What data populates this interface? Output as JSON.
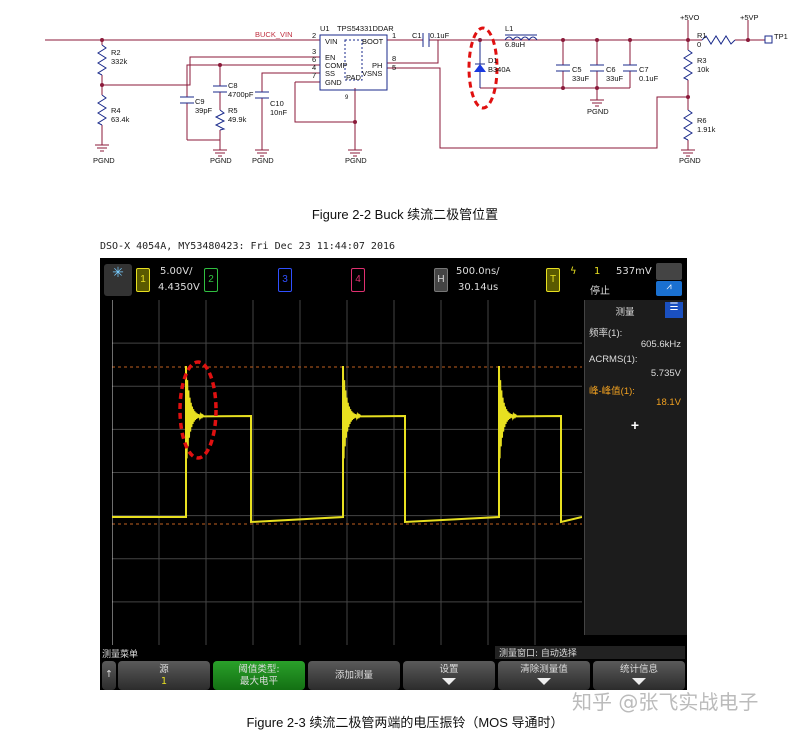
{
  "schematic": {
    "net_buck_vin": "BUCK_VIN",
    "u1_ref": "U1",
    "u1_part": "TPS54331DDAR",
    "pins": {
      "vin": "VIN",
      "boot": "BOOT",
      "en": "EN",
      "comp": "COMP",
      "ss": "SS",
      "gnd": "GND",
      "ph": "PH",
      "vsns": "VSNS",
      "pad": "PAD"
    },
    "pin_numbers": {
      "vin": "2",
      "en": "3",
      "comp": "6",
      "ss": "4",
      "gnd": "7",
      "boot": "1",
      "ph": "8",
      "vsns": "5",
      "pad": "9"
    },
    "r2": "R2",
    "r2_val": "332k",
    "r4": "R4",
    "r4_val": "63.4k",
    "c9": "C9",
    "c9_val": "39pF",
    "c8": "C8",
    "c8_val": "4700pF",
    "r5": "R5",
    "r5_val": "49.9k",
    "c10": "C10",
    "c10_val": "10nF",
    "c1": "C1",
    "c1_val": "0.1uF",
    "l1": "L1",
    "l1_val": "6.8uH",
    "d1": "D1",
    "d1_val": "B340A",
    "c5": "C5",
    "c5_val": "33uF",
    "c6": "C6",
    "c6_val": "33uF",
    "c7": "C7",
    "c7_val": "0.1uF",
    "p5vo": "+5VO",
    "p5vp": "+5VP",
    "r1": "R1",
    "r1_val": "0",
    "tp1": "TP1",
    "r3": "R3",
    "r3_val": "10k",
    "r6": "R6",
    "r6_val": "1.91k",
    "pgnd": "PGND",
    "wire_color": "#8b1a3a",
    "highlight_color": "#e01010"
  },
  "figure1_caption": "Figure 2-2 Buck 续流二极管位置",
  "scope": {
    "header": "DSO-X 4054A, MY53480423: Fri Dec 23 11:44:07 2016",
    "ch1": {
      "label": "1",
      "scale": "5.00V/",
      "offset": "4.4350V",
      "color": "#e8e020"
    },
    "ch2": {
      "label": "2",
      "color": "#30c040"
    },
    "ch3": {
      "label": "3",
      "color": "#3050ff"
    },
    "ch4": {
      "label": "4",
      "color": "#e03070"
    },
    "horizontal": {
      "label": "H",
      "scale": "500.0ns/",
      "delay": "30.14us"
    },
    "trigger": {
      "label": "T",
      "source": "1",
      "level": "537mV",
      "status": "停止"
    },
    "measure_panel": {
      "title": "测量",
      "items": [
        {
          "label": "频率(1):",
          "value": "605.6kHz"
        },
        {
          "label": "ACRMS(1):",
          "value": "5.735V"
        },
        {
          "label": "峰-峰值(1):",
          "value": "18.1V"
        }
      ],
      "add": "+"
    },
    "menu_title": "测量菜单",
    "measure_window": "测量窗口: 自动选择",
    "softkeys": [
      {
        "label": "源",
        "value": "1"
      },
      {
        "label": "阈值类型:",
        "value": "最大电平"
      },
      {
        "label": "添加测量"
      },
      {
        "label": "设置"
      },
      {
        "label": "清除测量值"
      },
      {
        "label": "统计信息"
      }
    ],
    "trace_color": "#e8e020"
  },
  "watermark": "知乎 @张飞实战电子",
  "figure2_caption": "Figure 2-3  续流二极管两端的电压振铃（MOS 导通时）"
}
